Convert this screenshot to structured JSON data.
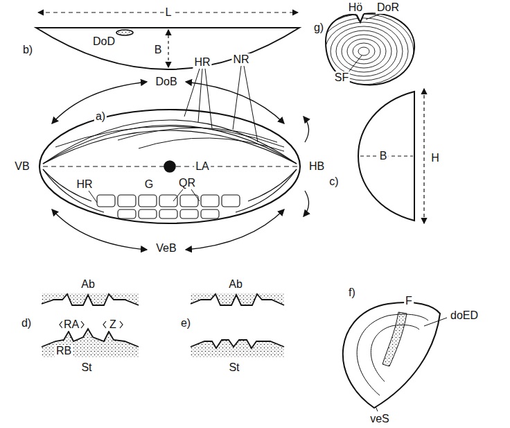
{
  "diagram": {
    "labels": [
      "L",
      "b)",
      "DoD",
      "B",
      "DoB",
      "HR",
      "NR",
      "a)",
      "VB",
      "G",
      "LA",
      "HB",
      "HR",
      "QR",
      "VeB",
      "g)",
      "Hö",
      "DoR",
      "SF",
      "c)",
      "B",
      "H",
      "Ab",
      "RA",
      "Z",
      "RB",
      "St",
      "d)",
      "Ab",
      "St",
      "e)",
      "f)",
      "F",
      "doED",
      "veS"
    ]
  }
}
